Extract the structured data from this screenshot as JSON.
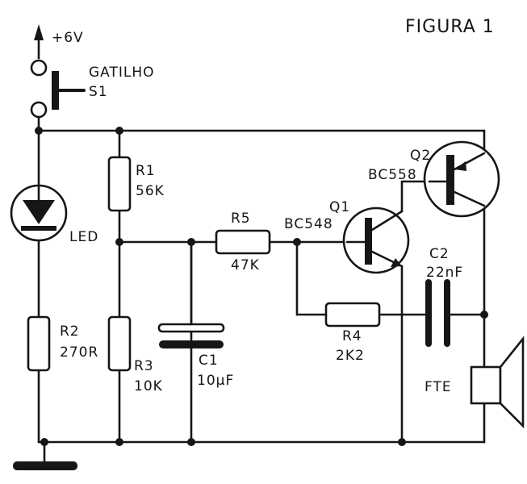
{
  "figure_title": "FIGURA 1",
  "supply": {
    "label": "+6V"
  },
  "switch": {
    "name": "GATILHO",
    "ref": "S1"
  },
  "led": {
    "label": "LED"
  },
  "resistors": [
    {
      "ref": "R1",
      "value": "56K"
    },
    {
      "ref": "R2",
      "value": "270R"
    },
    {
      "ref": "R3",
      "value": "10K"
    },
    {
      "ref": "R4",
      "value": "2K2"
    },
    {
      "ref": "R5",
      "value": "47K"
    }
  ],
  "capacitors": [
    {
      "ref": "C1",
      "value": "10µF"
    },
    {
      "ref": "C2",
      "value": "22nF"
    }
  ],
  "transistors": [
    {
      "ref": "Q1",
      "model": "BC548"
    },
    {
      "ref": "Q2",
      "model": "BC558"
    }
  ],
  "speaker": {
    "label": "FTE"
  }
}
